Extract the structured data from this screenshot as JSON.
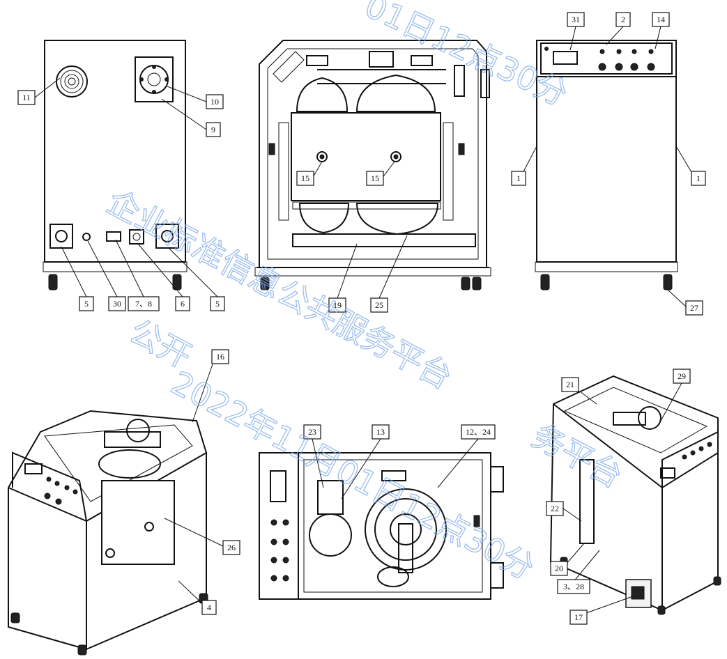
{
  "diagram": {
    "callouts": [
      {
        "id": "c31",
        "label": "31"
      },
      {
        "id": "c2",
        "label": "2"
      },
      {
        "id": "c14",
        "label": "14"
      },
      {
        "id": "c11",
        "label": "11"
      },
      {
        "id": "c10",
        "label": "10"
      },
      {
        "id": "c9",
        "label": "9"
      },
      {
        "id": "c1a",
        "label": "1"
      },
      {
        "id": "c1b",
        "label": "1"
      },
      {
        "id": "c15a",
        "label": "15"
      },
      {
        "id": "c15b",
        "label": "15"
      },
      {
        "id": "c5a",
        "label": "5"
      },
      {
        "id": "c30",
        "label": "30"
      },
      {
        "id": "c78",
        "label": "7、8"
      },
      {
        "id": "c6",
        "label": "6"
      },
      {
        "id": "c5b",
        "label": "5"
      },
      {
        "id": "c19",
        "label": "19"
      },
      {
        "id": "c25",
        "label": "25"
      },
      {
        "id": "c27",
        "label": "27"
      },
      {
        "id": "c16",
        "label": "16"
      },
      {
        "id": "c23",
        "label": "23"
      },
      {
        "id": "c13",
        "label": "13"
      },
      {
        "id": "c1224",
        "label": "12、24"
      },
      {
        "id": "c21",
        "label": "21"
      },
      {
        "id": "c29",
        "label": "29"
      },
      {
        "id": "c26",
        "label": "26"
      },
      {
        "id": "c22",
        "label": "22"
      },
      {
        "id": "c20",
        "label": "20"
      },
      {
        "id": "c328",
        "label": "3、28"
      },
      {
        "id": "c17",
        "label": "17"
      },
      {
        "id": "c4",
        "label": "4"
      }
    ]
  },
  "watermark": {
    "line1": "01日12点30分",
    "line2": "企业标准信息公共服务平台",
    "line3": "公开",
    "line4": "2022年11月01日12点30分",
    "line5": "务平台"
  }
}
